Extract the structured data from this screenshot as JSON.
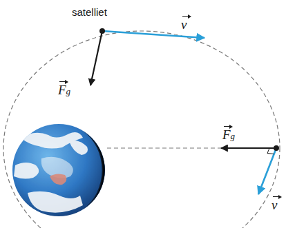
{
  "diagram": {
    "labels": [
      "satelliet",
      "Fg",
      "v",
      "Fg",
      "v"
    ]
  }
}
